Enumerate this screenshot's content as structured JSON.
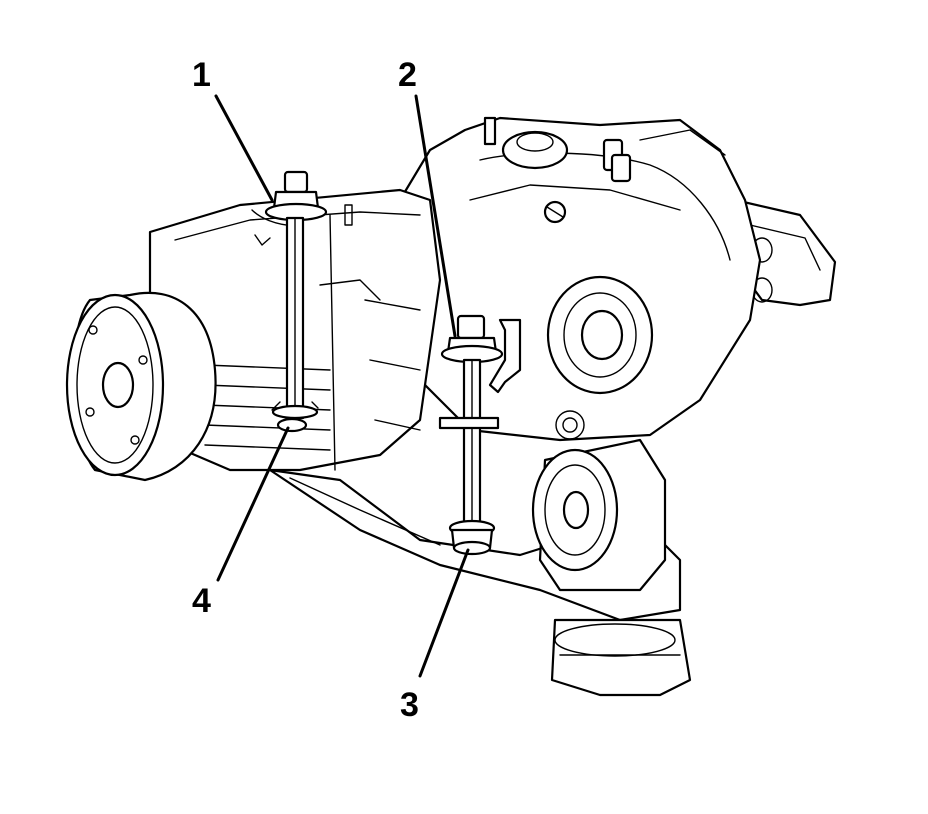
{
  "diagram": {
    "callouts": [
      {
        "id": "1",
        "label": "1"
      },
      {
        "id": "2",
        "label": "2"
      },
      {
        "id": "3",
        "label": "3"
      },
      {
        "id": "4",
        "label": "4"
      }
    ]
  }
}
